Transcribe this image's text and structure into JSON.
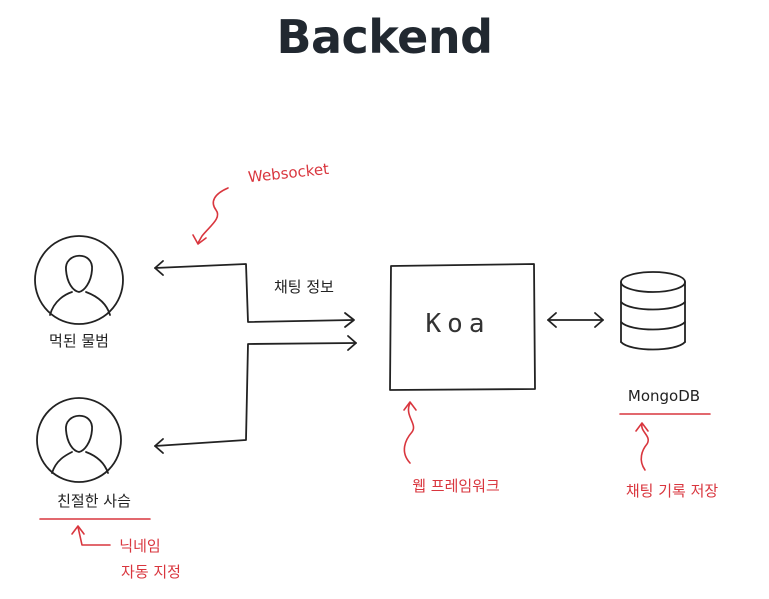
{
  "title": "Backend",
  "diagram": {
    "user_top_label": "먹된 물범",
    "user_bottom_label": "친절한 사슴",
    "chat_info_label": "채팅 정보",
    "server_label": "Koa",
    "database_label": "MongoDB",
    "websocket_note": "Websocket",
    "framework_note": "웹 프레임워크",
    "db_note": "채팅 기록 저장",
    "nickname_note_line1": "닉네임",
    "nickname_note_line2": "자동 지정"
  }
}
